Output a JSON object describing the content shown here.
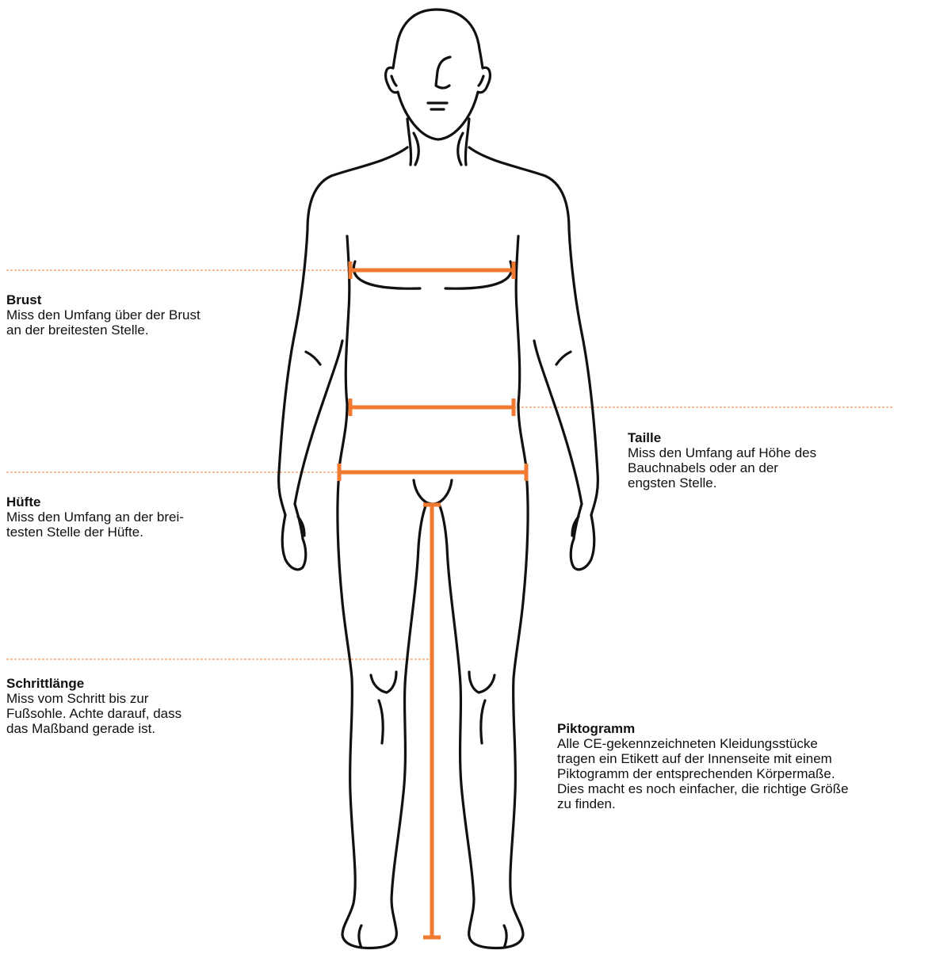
{
  "colors": {
    "accent": "#ef7a30",
    "outline": "#111111"
  },
  "figure": {
    "icon": "human-body-front-icon"
  },
  "measurements": {
    "chest": {
      "title": "Brust",
      "text": "Miss den Umfang über der Brust\nan der breitesten Stelle."
    },
    "waist": {
      "title": "Taille",
      "text": "Miss den Umfang auf Höhe des\nBauchnabels oder an der\nengsten Stelle."
    },
    "hip": {
      "title": "Hüfte",
      "text": "Miss den Umfang an der brei-\ntesten Stelle der Hüfte."
    },
    "inseam": {
      "title": "Schrittlänge",
      "text": "Miss vom Schritt bis zur\nFußsohle. Achte darauf, dass\ndas Maßband gerade ist."
    }
  },
  "pictogram": {
    "title": "Piktogramm",
    "text": "Alle CE-gekennzeichneten Kleidungsstücke\ntragen ein Etikett auf der Innenseite mit einem\nPiktogramm der entsprechenden Körpermaße.\nDies macht es noch einfacher, die richtige Größe\nzu finden."
  }
}
